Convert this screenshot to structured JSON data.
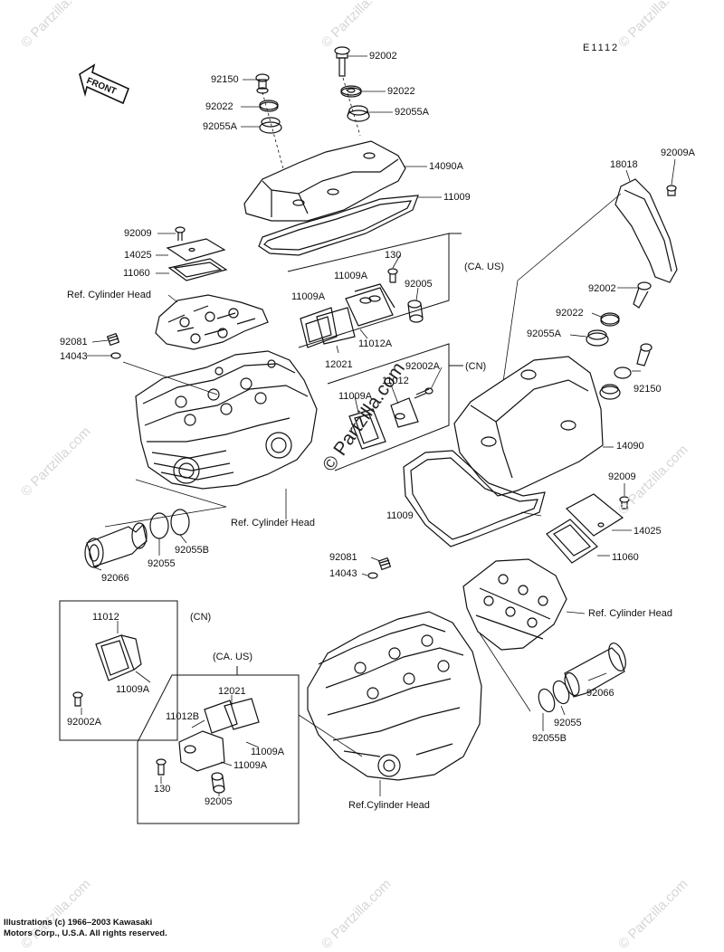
{
  "diagram_code": "E1112",
  "front_label": "FRONT",
  "watermark": "© Partzilla.com",
  "watermark_corner": "© Partzilla.com",
  "credit": {
    "line1": "Illustrations (c) 1966–2003 Kawasaki",
    "line2": "Motors Corp., U.S.A.  All rights reserved."
  },
  "labels": {
    "p92002_top": "92002",
    "p92150_top": "92150",
    "p92022_top_l": "92022",
    "p92022_top_r": "92022",
    "p92055a_top_l": "92055A",
    "p92055a_top_r": "92055A",
    "p14090a": "14090A",
    "p11009_top": "11009",
    "p92009_l": "92009",
    "p14025_l": "14025",
    "p11060_l": "11060",
    "ref_cyl_head_1": "Ref. Cylinder Head",
    "p92081_l": "92081",
    "p14043_l": "14043",
    "p130_top": "130",
    "ca_us_top": "(CA. US)",
    "p11009a_t1": "11009A",
    "p11009a_t2": "11009A",
    "p92005_top": "92005",
    "p11012a": "11012A",
    "p12021_top": "12021",
    "p92002a_top": "92002A",
    "cn_top": "(CN)",
    "p11012_top": "11012",
    "p11009a_t3": "11009A",
    "ref_cyl_head_2": "Ref. Cylinder Head",
    "p92055b_l": "92055B",
    "p92055_l": "92055",
    "p92066_l": "92066",
    "p18018": "18018",
    "p92009a": "92009A",
    "p92002_r": "92002",
    "p92022_r": "92022",
    "p92055a_r": "92055A",
    "p92150_r": "92150",
    "p14090": "14090",
    "p11009_r": "11009",
    "p92009_r": "92009",
    "p14025_r": "14025",
    "p11060_r": "11060",
    "ref_cyl_head_3": "Ref. Cylinder Head",
    "p92081_r": "92081",
    "p14043_r": "14043",
    "p92066_r": "92066",
    "p92055_r": "92055",
    "p92055b_r": "92055B",
    "cn_box": "(CN)",
    "p11012_box": "11012",
    "p11009a_box": "11009A",
    "p92002a_box": "92002A",
    "ca_us_box": "(CA. US)",
    "p12021_box": "12021",
    "p11012b": "11012B",
    "p11009a_box2": "11009A",
    "p11009a_box3": "11009A",
    "p130_box": "130",
    "p92005_box": "92005",
    "ref_cyl_head_4": "Ref.Cylinder Head"
  }
}
